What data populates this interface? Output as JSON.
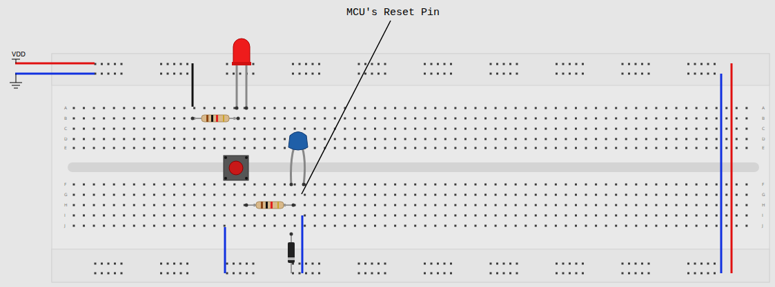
{
  "diagram": {
    "labels": [
      "MCU's Reset Pin",
      "VDD",
      "A",
      "B",
      "C",
      "D",
      "E",
      "F",
      "G",
      "H",
      "I",
      "J",
      "A",
      "B",
      "C",
      "D",
      "E",
      "F",
      "G",
      "H",
      "I",
      "J"
    ]
  }
}
